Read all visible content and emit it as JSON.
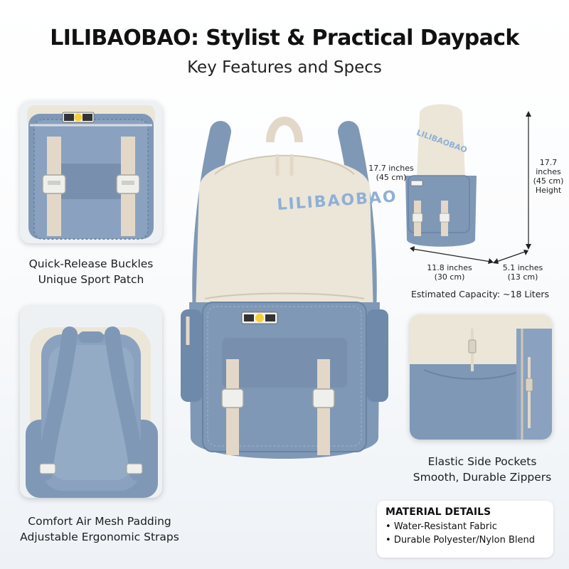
{
  "header": {
    "title": "LILIBAOBAO: Stylist & Practical Daypack",
    "subtitle": "Key Features and Specs"
  },
  "brand_logo_text": "LILIBAOBAO",
  "features": {
    "front_pocket": {
      "line1": "Quick-Release Buckles",
      "line2": "Unique Sport Patch"
    },
    "back_panel": {
      "line1": "Comfort Air Mesh Padding",
      "line2": "Adjustable Ergonomic Straps"
    },
    "side_pockets": {
      "line1": "Elastic Side Pockets",
      "line2": "Smooth, Durable Zippers"
    }
  },
  "dimensions": {
    "left_height": {
      "line1": "17.7 inches",
      "line2": "(45 cm)"
    },
    "right_height": {
      "line1": "17.7",
      "line2": "inches",
      "line3": "(45 cm)",
      "line4": "Height"
    },
    "width": {
      "line1": "11.8 inches",
      "line2": "(30 cm)"
    },
    "depth": {
      "line1": "5.1 inches",
      "line2": "(13 cm)"
    },
    "capacity": "Estimated Capacity: ~18 Liters"
  },
  "material": {
    "title": "MATERIAL DETAILS",
    "items": [
      "Water-Resistant Fabric",
      "Durable Polyester/Nylon Blend"
    ]
  },
  "colors": {
    "blue": "#7f98b6",
    "blue_dark": "#6680a2",
    "cream": "#ece6d8",
    "strap": "#e3d8c7",
    "text": "#1d1d1f"
  },
  "icons": [
    "smiley-patch-icon",
    "buckle-icon",
    "zipper-pull-icon",
    "dimension-arrow-icon"
  ]
}
